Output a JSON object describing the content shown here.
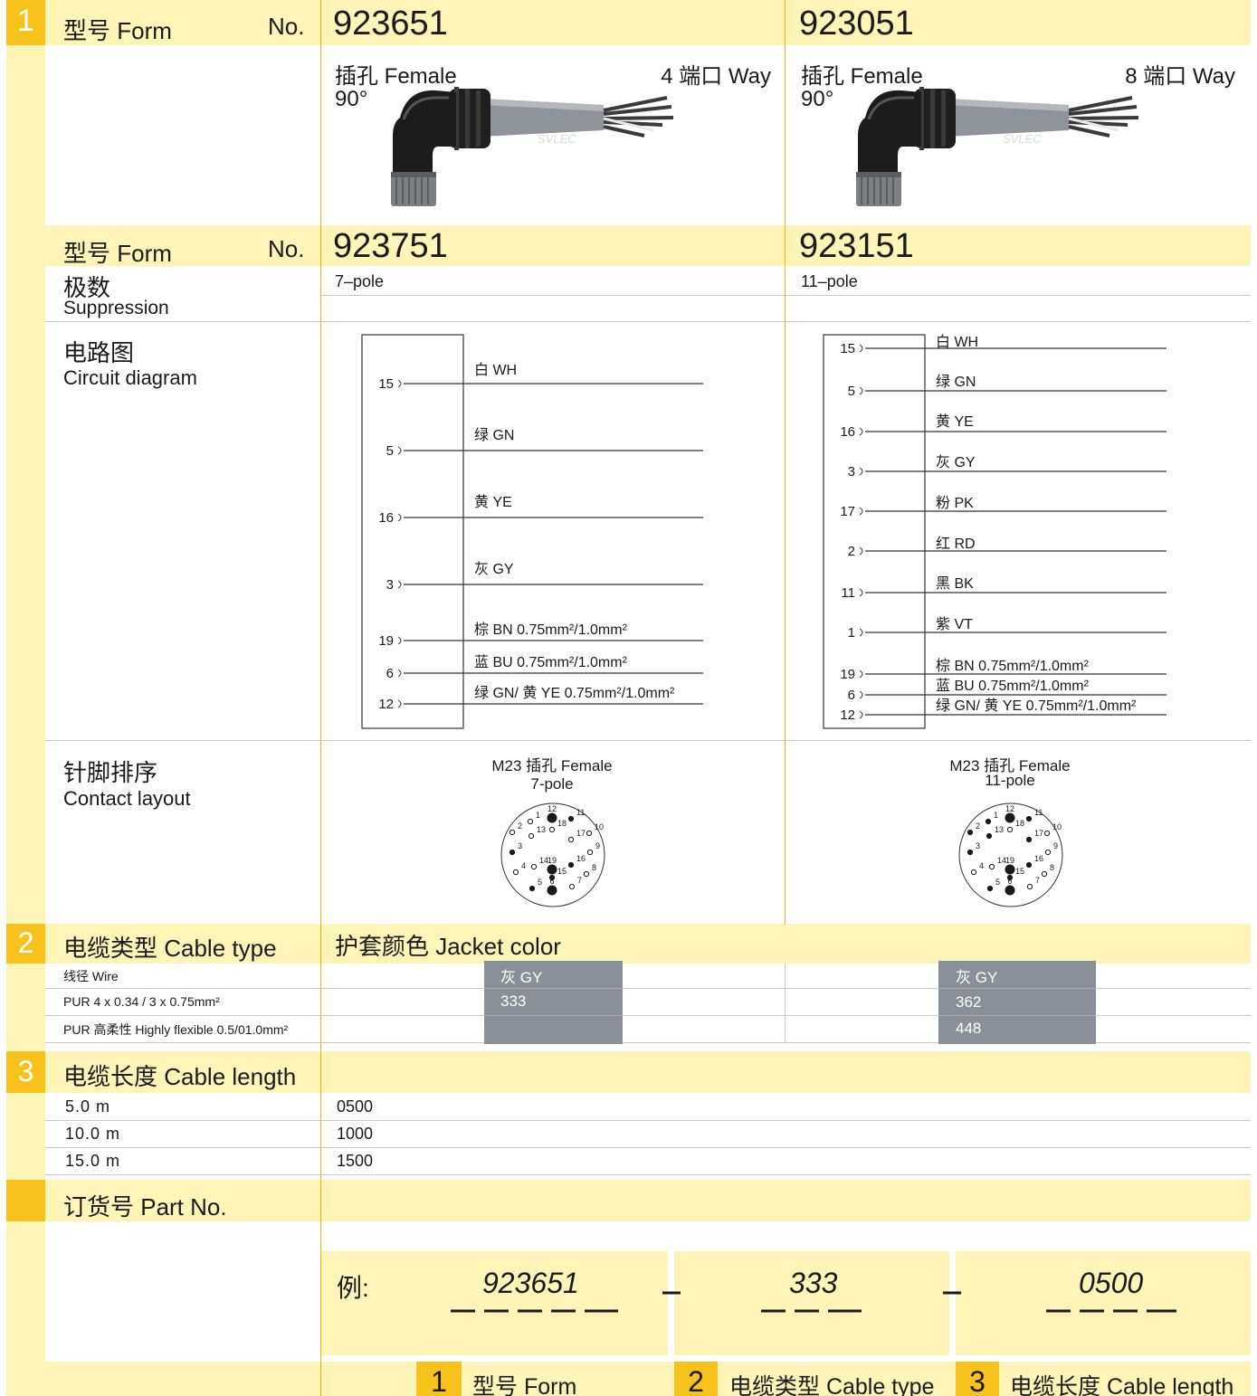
{
  "section1": {
    "number": "1",
    "form_label": "型号 Form",
    "no_label": "No.",
    "col1": {
      "part_no": "923651",
      "female": "插孔  Female",
      "ways": "4 端口 Way",
      "angle": "90°",
      "part_no2": "923751",
      "poles": "7–pole",
      "contact_title": "M23  插孔 Female",
      "contact_poles": "7-pole"
    },
    "col2": {
      "part_no": "923051",
      "female": "插孔  Female",
      "ways": "8 端口 Way",
      "angle": "90°",
      "part_no2": "923151",
      "poles": "11–pole",
      "contact_title": "M23  插孔 Female",
      "contact_poles": "11-pole"
    },
    "cable_logo": "SVLEC",
    "poles_label": {
      "zh": "极数",
      "en": "Suppression"
    },
    "circuit_label": {
      "zh": "电路图",
      "en": "Circuit diagram"
    },
    "contact_label": {
      "zh": "针脚排序",
      "en": "Contact layout"
    }
  },
  "circuit1": {
    "pins": [
      "15",
      "5",
      "16",
      "3",
      "19",
      "6",
      "12"
    ],
    "wires": [
      {
        "zh": "白",
        "en": "WH"
      },
      {
        "zh": "绿",
        "en": "GN"
      },
      {
        "zh": "黄",
        "en": "YE"
      },
      {
        "zh": "灰",
        "en": "GY"
      },
      {
        "zh": "棕",
        "en": "BN 0.75mm²/1.0mm²"
      },
      {
        "zh": "蓝",
        "en": "BU 0.75mm²/1.0mm²"
      },
      {
        "zh": "绿 GN/ 黄",
        "en": "YE 0.75mm²/1.0mm²"
      }
    ]
  },
  "circuit2": {
    "pins": [
      "15",
      "5",
      "16",
      "3",
      "17",
      "2",
      "11",
      "1",
      "19",
      "6",
      "12"
    ],
    "wires": [
      {
        "zh": "白",
        "en": "WH"
      },
      {
        "zh": "绿",
        "en": "GN"
      },
      {
        "zh": "黄",
        "en": "YE"
      },
      {
        "zh": "灰",
        "en": "GY"
      },
      {
        "zh": "粉",
        "en": "PK"
      },
      {
        "zh": "红",
        "en": "RD"
      },
      {
        "zh": "黑",
        "en": "BK"
      },
      {
        "zh": "紫",
        "en": "VT"
      },
      {
        "zh": "棕",
        "en": "BN 0.75mm²/1.0mm²"
      },
      {
        "zh": "蓝",
        "en": "BU 0.75mm²/1.0mm²"
      },
      {
        "zh": "绿 GN/ 黄",
        "en": "YE 0.75mm²/1.0mm²"
      }
    ]
  },
  "contact_pins": [
    {
      "n": "1",
      "f": false
    },
    {
      "n": "12",
      "f": true
    },
    {
      "n": "11",
      "f": true
    },
    {
      "n": "2",
      "f": false
    },
    {
      "n": "13",
      "f": false
    },
    {
      "n": "18",
      "f": false
    },
    {
      "n": "17",
      "f": false
    },
    {
      "n": "10",
      "f": false
    },
    {
      "n": "3",
      "f": true
    },
    {
      "n": "9",
      "f": false
    },
    {
      "n": "4",
      "f": false
    },
    {
      "n": "14",
      "f": false
    },
    {
      "n": "19",
      "f": true
    },
    {
      "n": "16",
      "f": true
    },
    {
      "n": "8",
      "f": false
    },
    {
      "n": "5",
      "f": true
    },
    {
      "n": "15",
      "f": true
    },
    {
      "n": "6",
      "f": true
    },
    {
      "n": "7",
      "f": false
    }
  ],
  "contact_fill_2": [
    true,
    true,
    true,
    true,
    true,
    false,
    true,
    false,
    true,
    false,
    false,
    false,
    true,
    true,
    false,
    true,
    true,
    true,
    false
  ],
  "section2": {
    "number": "2",
    "title": "电缆类型 Cable type",
    "jacket": "护套颜色 Jacket color",
    "wire_label": "线径 Wire",
    "row1_label": "PUR  4 x 0.34 / 3 x 0.75mm²",
    "row2_label": "PUR 高柔性 Highly flexible  0.5/01.0mm²",
    "col1": {
      "color": "灰 GY",
      "row1": "333",
      "row2": ""
    },
    "col2": {
      "color": "灰 GY",
      "row1": "362",
      "row2": "448"
    }
  },
  "section3": {
    "number": "3",
    "title": "电缆长度 Cable length",
    "rows": [
      {
        "length": "5.0  m",
        "code": "0500"
      },
      {
        "length": "10.0  m",
        "code": "1000"
      },
      {
        "length": "15.0  m",
        "code": "1500"
      }
    ]
  },
  "part_no": {
    "title": "订货号 Part No.",
    "example_label": "例:",
    "form": "923651",
    "cable": "333",
    "length": "0500"
  },
  "legend": [
    {
      "num": "1",
      "label": "型号 Form"
    },
    {
      "num": "2",
      "label": "电缆类型 Cable type"
    },
    {
      "num": "3",
      "label": "电缆长度 Cable length"
    }
  ],
  "colors": {
    "light_yellow": "#fdf5b8",
    "accent_yellow": "#f8c21c",
    "jacket_gray": "#8a9097"
  }
}
